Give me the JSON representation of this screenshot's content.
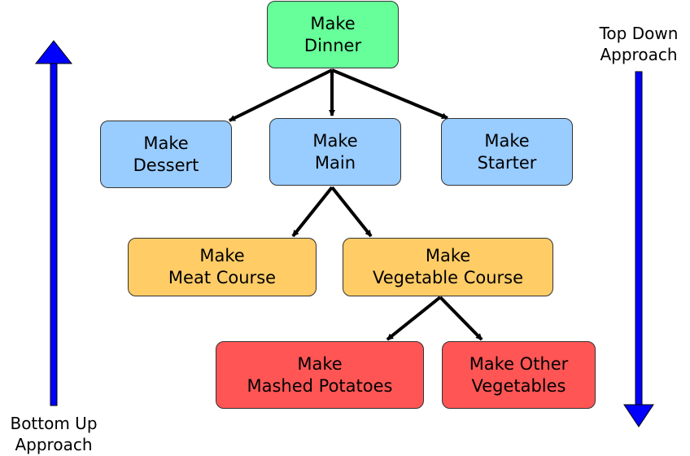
{
  "nodes": {
    "dinner": [
      "Make",
      "Dinner"
    ],
    "dessert": [
      "Make",
      "Dessert"
    ],
    "main": [
      "Make",
      "Main"
    ],
    "starter": [
      "Make",
      "Starter"
    ],
    "meat": [
      "Make",
      "Meat Course"
    ],
    "veg": [
      "Make",
      "Vegetable Course"
    ],
    "mashed": [
      "Make",
      "Mashed Potatoes"
    ],
    "other": [
      "Make Other",
      "Vegetables"
    ]
  },
  "labels": {
    "top_down": [
      "Top Down",
      "Approach"
    ],
    "bottom_up": [
      "Bottom Up",
      "Approach"
    ]
  },
  "colors": {
    "root": "#66ff99",
    "level1": "#99ccff",
    "level2": "#ffcc66",
    "level3": "#ff5555",
    "arrow": "#0000ff"
  }
}
